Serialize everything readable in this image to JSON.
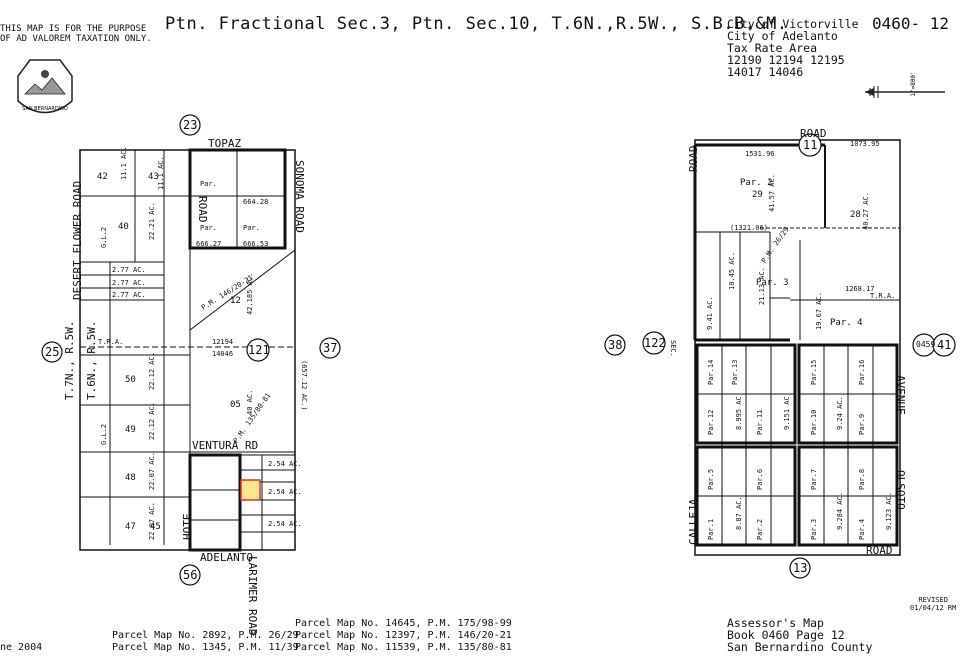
{
  "header": {
    "disclaimer_line1": "THIS MAP IS FOR THE PURPOSE",
    "disclaimer_line2": "OF AD VALOREM TAXATION ONLY.",
    "title": "Ptn. Fractional Sec.3, Ptn. Sec.10, T.6N.,R.5W., S.B.B.&M.",
    "city1": "City of Victorville",
    "city2": "City of Adelanto",
    "tax_rate_area_label": "Tax Rate Area",
    "tra_line1": "12190 12194 12195",
    "tra_line2": "14017 14046",
    "map_code": "0460- 12",
    "seal_text": "SAN BERNARDINO",
    "scale_text": "1\"=800'"
  },
  "streets": {
    "topaz": "TOPAZ",
    "road": "ROAD",
    "sonoma_road": "SONOMA ROAD",
    "desert_flower_road": "DESERT FLOWER ROAD",
    "ventura_rd": "VENTURA RD",
    "hote": "HOTE",
    "adelanto": "ADELANTO",
    "larimer_road": "LARIMER ROAD",
    "calleja": "CALLEJA",
    "olsoto": "OLSOTO",
    "avenue": "AVENUE",
    "sec": "SEC."
  },
  "circles": {
    "c23": "23",
    "c25": "25",
    "c37": "37",
    "c121": "121",
    "c56": "56",
    "c38": "38",
    "c122": "122",
    "c11": "11",
    "c13": "13",
    "c0459": "0459",
    "c41": "41"
  },
  "left_parcels": {
    "p42": "42",
    "p42_ac": "11.1 AC.",
    "p43": "43",
    "p43_ac": "11.1 AC.",
    "p40": "40",
    "p40_ac": "22.21 AC.",
    "p50": "50",
    "p50_ac": "22.12 AC.",
    "p49": "49",
    "p49_ac": "22.12 AC.",
    "p48": "48",
    "p48_ac": "22.07 AC.",
    "p47": "47",
    "p47_ac": "22.07 AC.",
    "p45": "45",
    "p12": "12",
    "p12_ac": "42.185 AC.",
    "p05": "05",
    "p05_ac": "40 AC.",
    "ac_277": "2.77 AC.",
    "ac_254": "2.54 AC.",
    "par": "Par.",
    "tra_12194": "12194",
    "tra_14046": "14046",
    "tra": "T.R.A.",
    "twp_7n": "T.7N., R.5W.",
    "twp_6n": "T.6N., R.5W.",
    "pm_146": "P.M. 146/20-21",
    "pm_135": "P.M. 135/80-81",
    "gl2": "G.L.2",
    "ac_657": "(657.12 AC.)",
    "d666": "666.27",
    "d664": "664.28",
    "d666_53": "666.53"
  },
  "right_parcels": {
    "p29": "29",
    "p29_label": "Par. 2",
    "p28": "28",
    "p28_ac": "40.27 AC.",
    "p3_label": "Par. 3",
    "p4_label": "Par. 4",
    "d1531": "1531.96",
    "d1073": "1073.95",
    "d1321": "(1321.06)",
    "d1268": "1268.17",
    "t_r_a": "T.R.A.",
    "pm_26": "P.M. 26/29",
    "ac_41": "41.57 AC.",
    "ac_21": "21.13 AC.",
    "ac_19": "19.67 AC.",
    "ac_10": "10.45 AC.",
    "ac_9": "9.41 AC."
  },
  "blocks": {
    "par_labels": [
      "Par.14",
      "Par.13",
      "Par.12",
      "Par.11",
      "Par.10",
      "Par.9",
      "Par.15",
      "Par.16",
      "Par.5",
      "Par.6",
      "Par.7",
      "Par.8",
      "Par.1",
      "Par.2",
      "Par.3",
      "Par.4"
    ],
    "acres": [
      "8.995 AC.",
      "9.151 AC.",
      "9.24 AC.",
      "8.87 AC.",
      "9.284 AC.",
      "9.123 AC."
    ]
  },
  "footer": {
    "date": "ne 2004",
    "pm_14645": "Parcel Map No. 14645, P.M. 175/98-99",
    "pm_2892": "Parcel Map No. 2892, P.M. 26/29",
    "pm_12397": "Parcel Map No. 12397, P.M. 146/20-21",
    "pm_1345": "Parcel Map No. 1345, P.M. 11/39",
    "pm_11539": "Parcel Map No. 11539, P.M. 135/80-81",
    "assessor_map": "Assessor's Map",
    "book_page": "Book 0460 Page 12",
    "county": "San Bernardino County",
    "revised_label": "REVISED",
    "revised_date": "01/04/12 RM"
  }
}
